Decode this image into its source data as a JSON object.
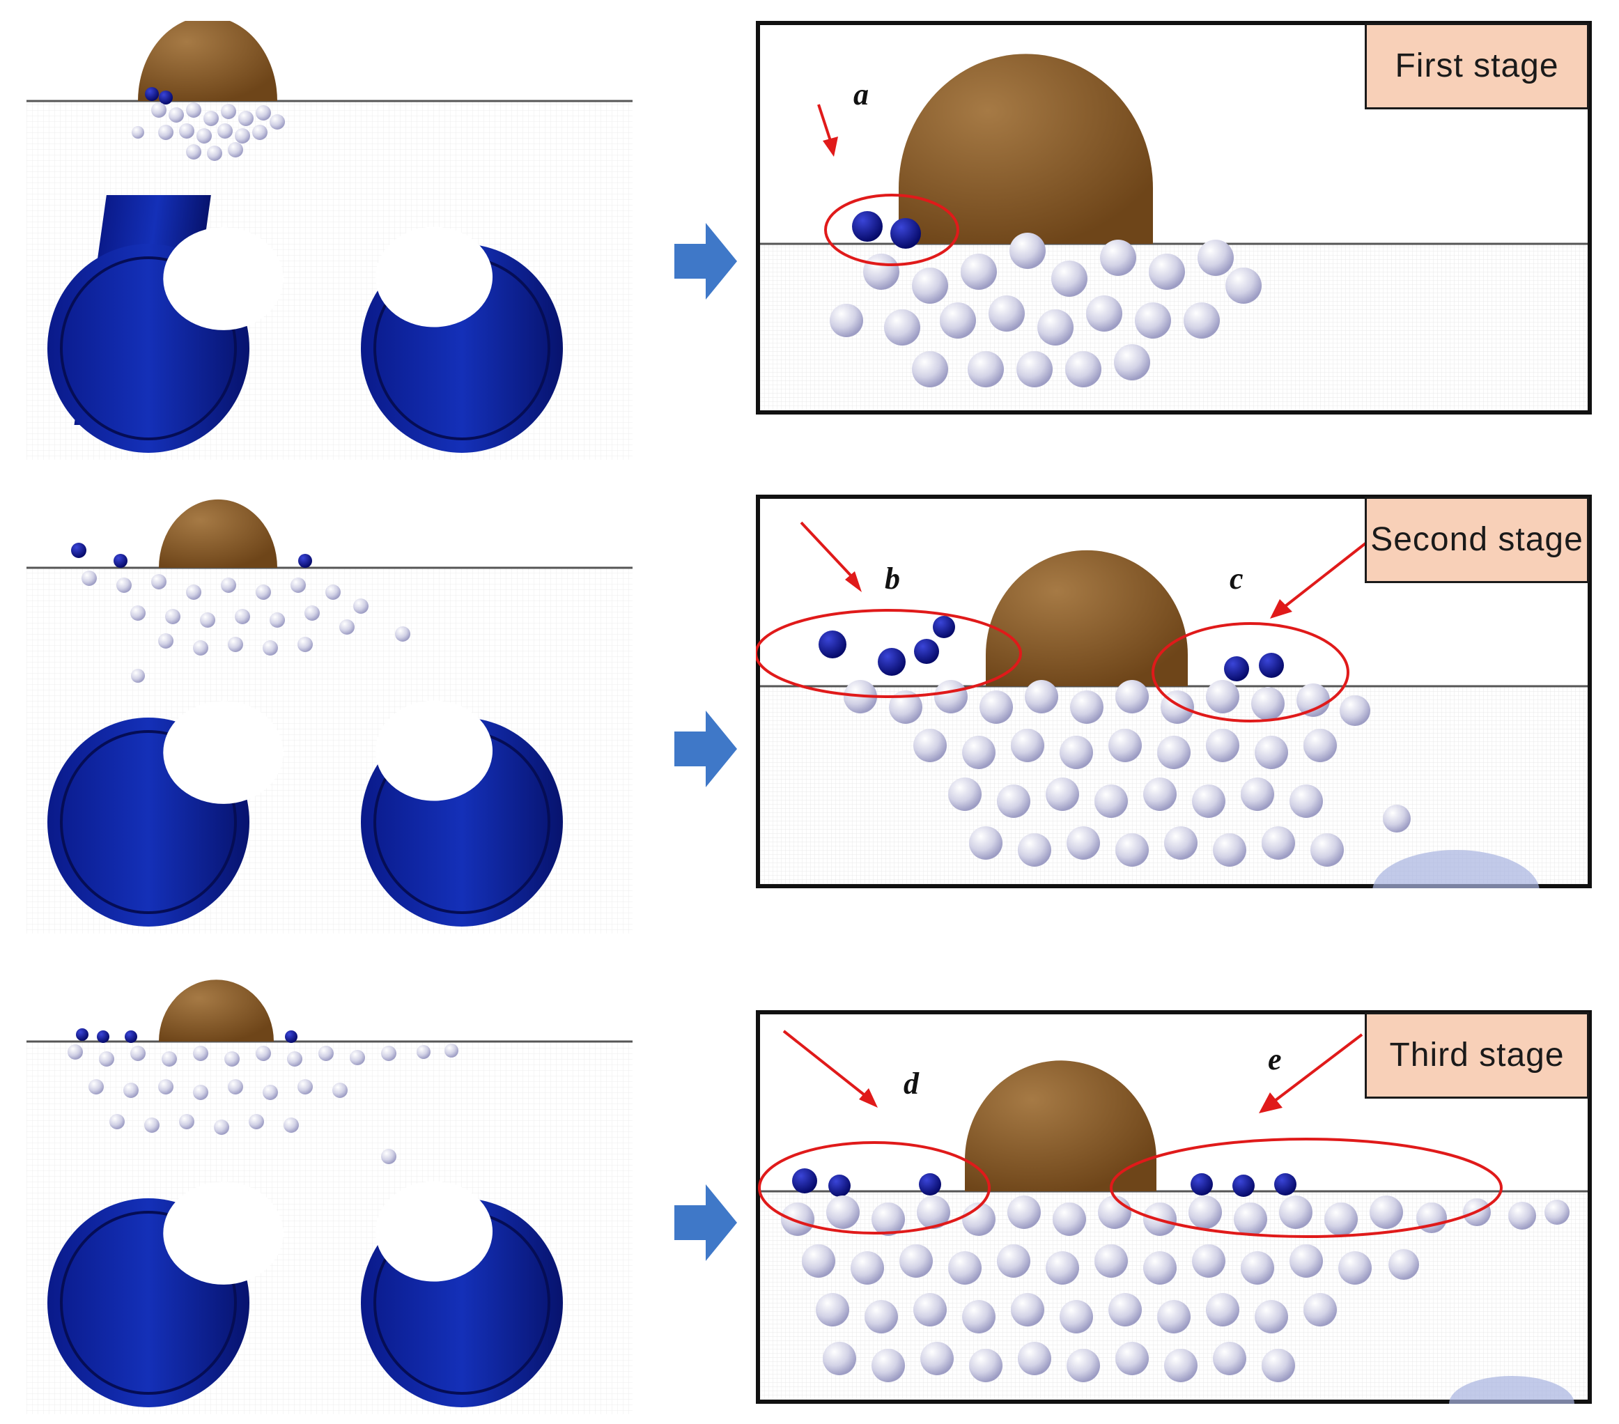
{
  "stages": [
    {
      "label": "First stage",
      "annotations": [
        "a"
      ]
    },
    {
      "label": "Second stage",
      "annotations": [
        "b",
        "c"
      ]
    },
    {
      "label": "Third stage",
      "annotations": [
        "d",
        "e"
      ]
    }
  ],
  "colors": {
    "projectile": "#8a5a2b",
    "tunnel": "#0a1f9a",
    "particle_dark": "#0b0f8f",
    "particle_light": "#d8d8ea",
    "annotation": "#e01a1a",
    "label_bg": "#f8d0b8",
    "flow_arrow": "#3f78c8"
  },
  "icons": {
    "flow_arrow": "right-arrow-icon",
    "pointer": "red-arrow-icon",
    "highlight": "red-ellipse-icon"
  }
}
